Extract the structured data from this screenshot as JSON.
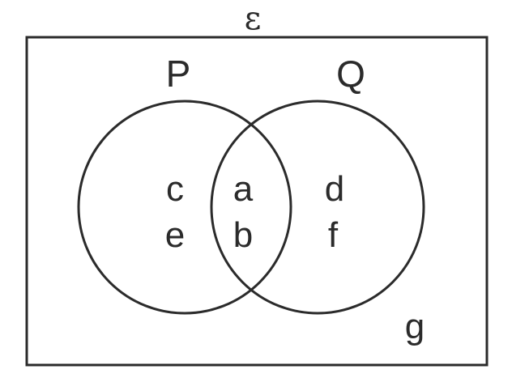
{
  "universal_set": {
    "symbol": "ε",
    "outside_elements": [
      "g"
    ]
  },
  "sets": [
    {
      "name": "P",
      "only_elements": [
        "c",
        "e"
      ]
    },
    {
      "name": "Q",
      "only_elements": [
        "d",
        "f"
      ]
    }
  ],
  "intersection": {
    "sets": [
      "P",
      "Q"
    ],
    "elements": [
      "a",
      "b"
    ]
  },
  "colors": {
    "stroke": "#2b2b2b",
    "background": "#ffffff"
  }
}
